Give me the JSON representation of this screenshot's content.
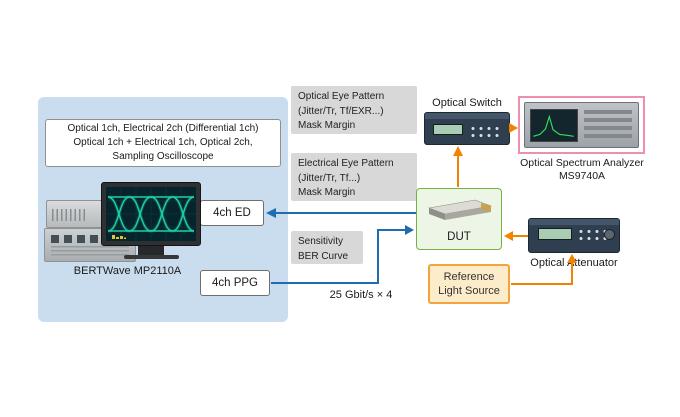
{
  "colors": {
    "panel_bg": "#c9ddee",
    "callout_bg": "#d8d8d8",
    "blue_line": "#1f6cb0",
    "orange_line": "#f08300",
    "dut_border": "#74b343",
    "dut_bg": "#edf5e6",
    "rls_border": "#f2a33c",
    "rls_bg": "#fdecc9",
    "osa_frame_border": "#ef8fae",
    "screen_trace": "#1ed0a8"
  },
  "bertwave": {
    "config_lines": [
      "Optical 1ch, Electrical 2ch (Differential 1ch)",
      "Optical 1ch + Electrical 1ch, Optical 2ch,",
      "Sampling Oscilloscope"
    ],
    "label": "BERTWave MP2110A",
    "ed_label": "4ch ED",
    "ppg_label": "4ch PPG"
  },
  "callouts": {
    "optical_eye_lines": [
      "Optical Eye Pattern",
      "(Jitter/Tr, Tf/EXR...)",
      "Mask Margin"
    ],
    "electrical_eye_lines": [
      "Electrical Eye Pattern",
      "(Jitter/Tr, Tf...)",
      "Mask Margin"
    ],
    "sensitivity_lines": [
      "Sensitivity",
      "BER Curve"
    ]
  },
  "devices": {
    "optical_switch_label": "Optical Switch",
    "osa_label_line1": "Optical Spectrum Analyzer",
    "osa_label_line2": "MS9740A",
    "dut_label": "DUT",
    "attenuator_label": "Optical Attenuator",
    "rls_line1": "Reference",
    "rls_line2": "Light Source"
  },
  "signal": {
    "bitrate_label": "25 Gbit/s × 4"
  }
}
